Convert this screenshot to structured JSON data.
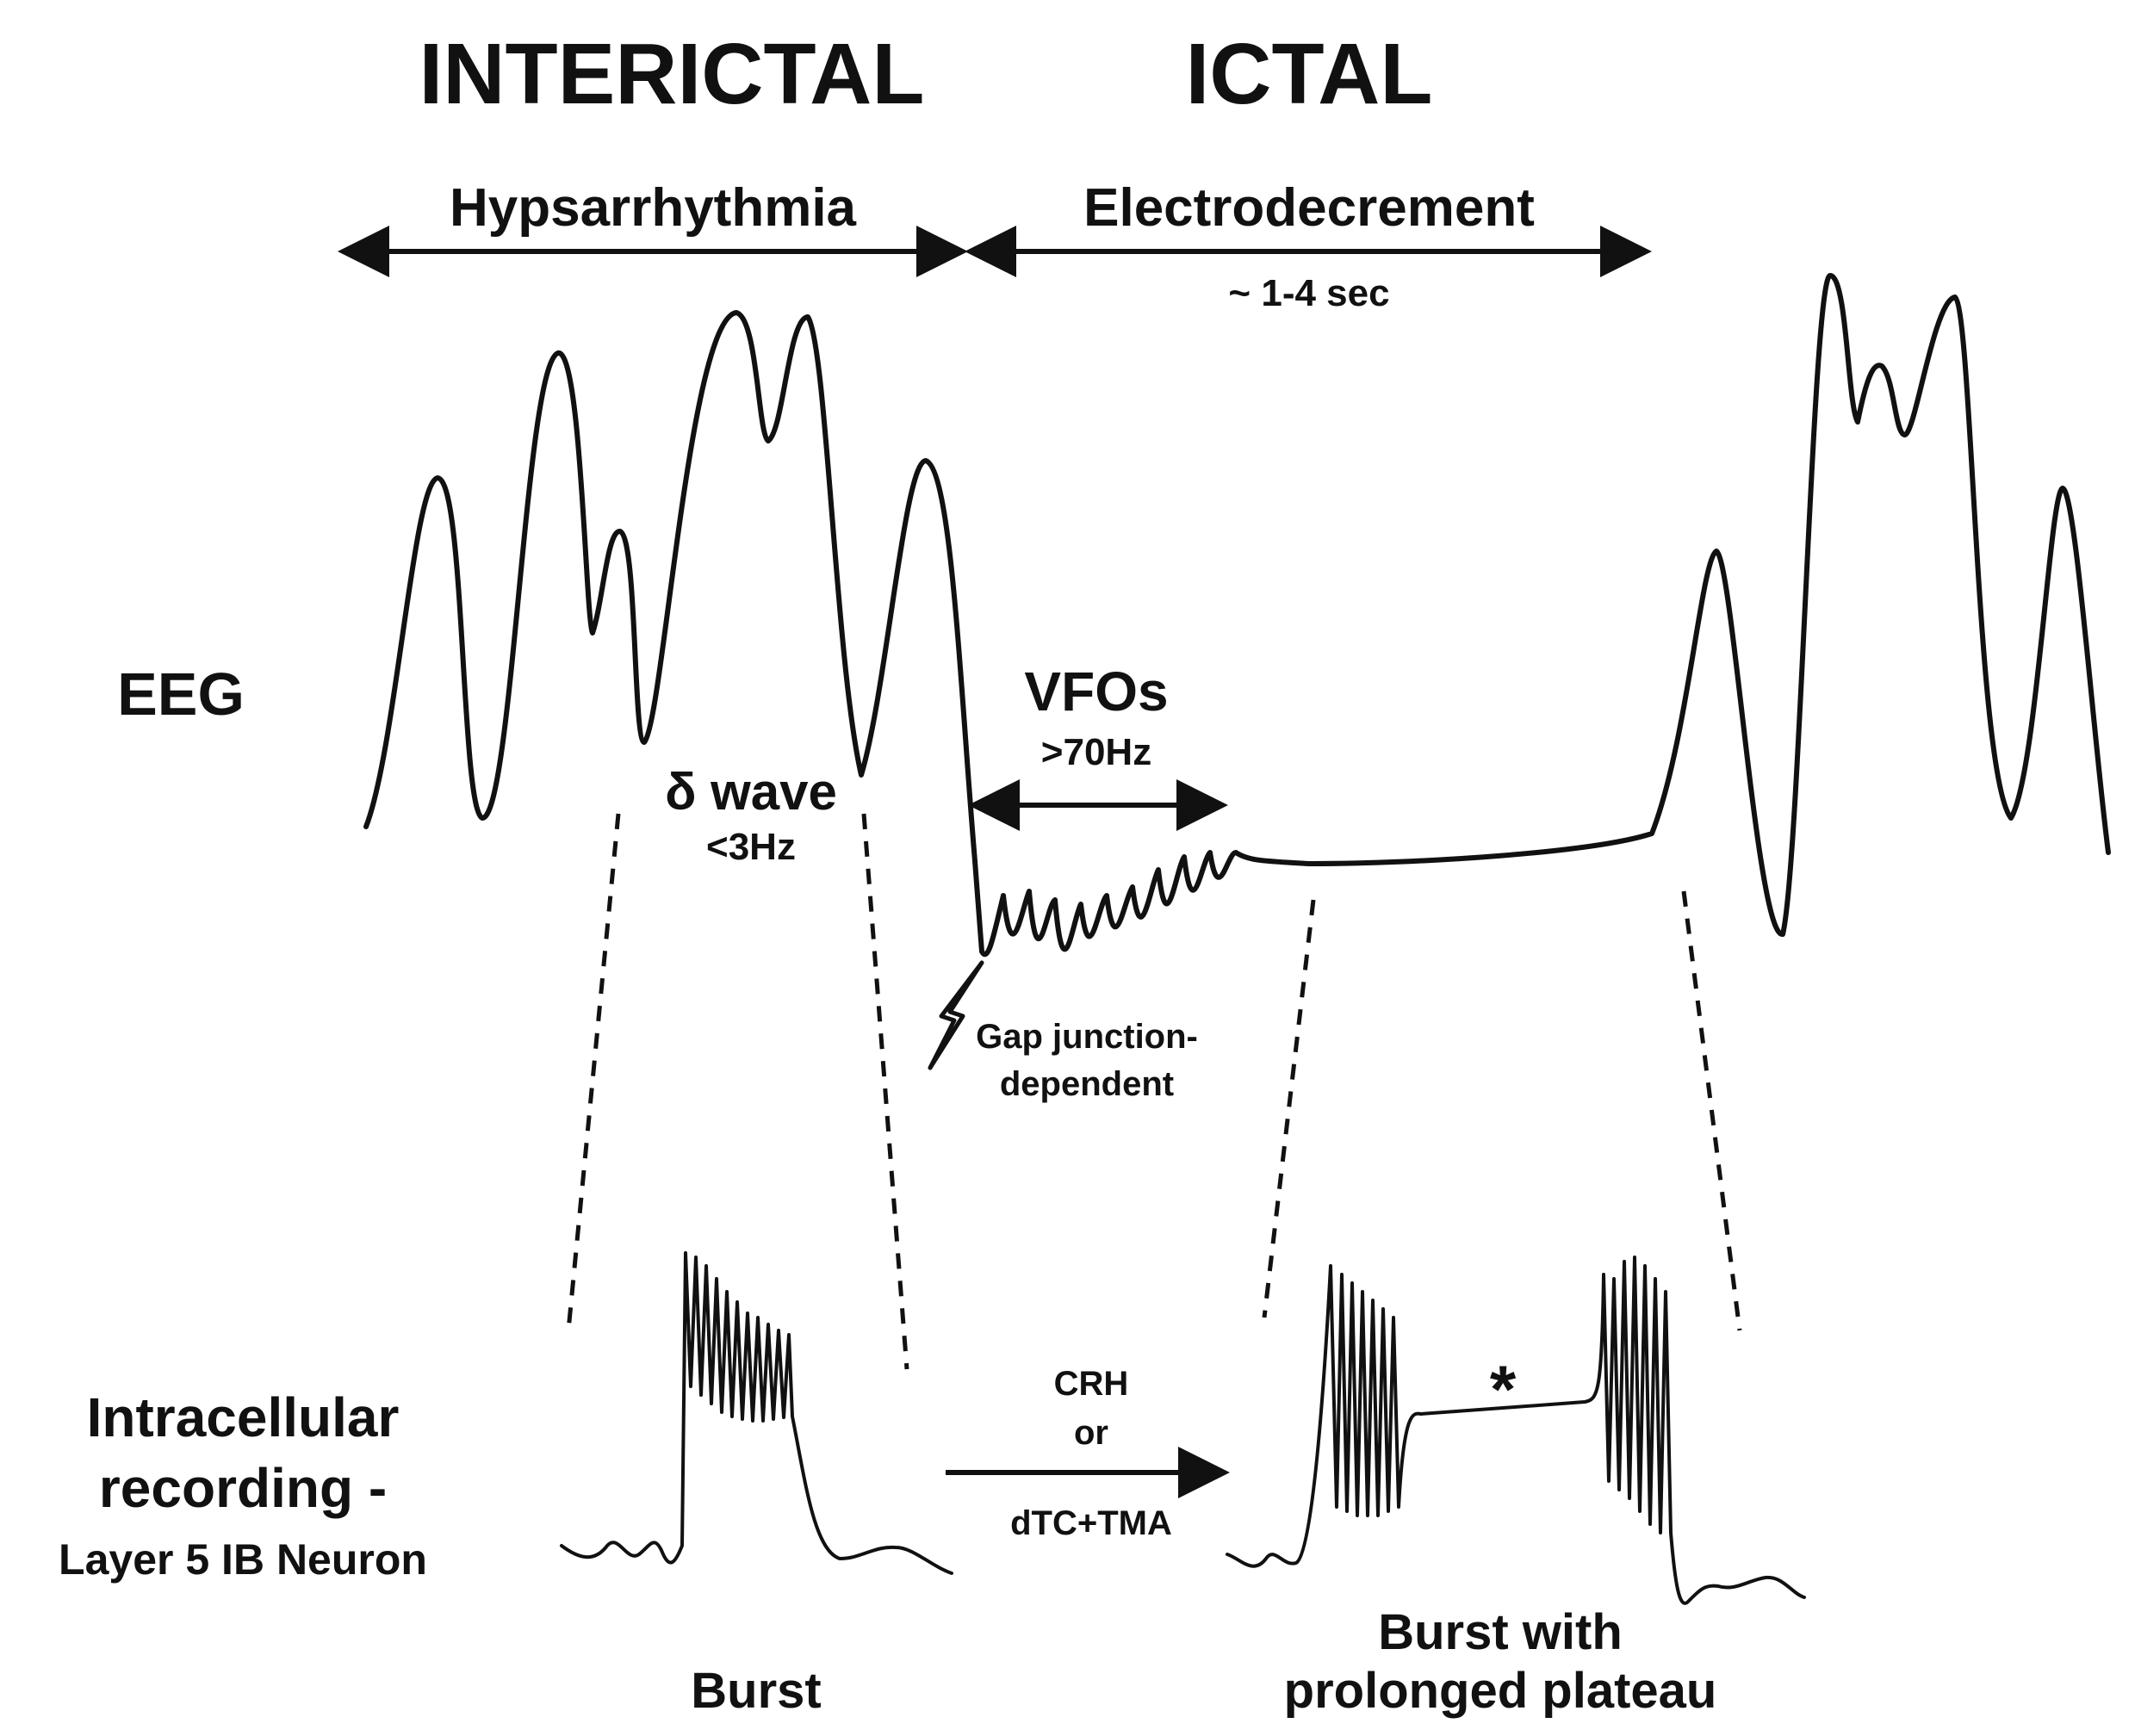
{
  "headings": {
    "interictal": "INTERICTAL",
    "ictal": "ICTAL"
  },
  "periods": {
    "hypsarrhythmia": "Hypsarrhythmia",
    "electrodecrement": "Electrodecrement",
    "duration": "~ 1-4 sec"
  },
  "row_labels": {
    "eeg": "EEG",
    "intracellular_line1": "Intracellular",
    "intracellular_line2": "recording -",
    "intracellular_line3": "Layer 5 IB Neuron"
  },
  "annotations": {
    "delta_wave": "δ wave",
    "delta_freq": "<3Hz",
    "vfos": "VFOs",
    "vfos_freq": ">70Hz",
    "gap_line1": "Gap junction-",
    "gap_line2": "dependent",
    "plateau_marker": "*"
  },
  "transition": {
    "line1": "CRH",
    "line2": "or",
    "line3": "dTC+TMA"
  },
  "outcomes": {
    "burst": "Burst",
    "burst_plateau_line1": "Burst with",
    "burst_plateau_line2": "prolonged plateau"
  },
  "icons": {
    "spark": "lightning-bolt-icon"
  },
  "colors": {
    "ink": "#111111",
    "background": "#ffffff"
  }
}
